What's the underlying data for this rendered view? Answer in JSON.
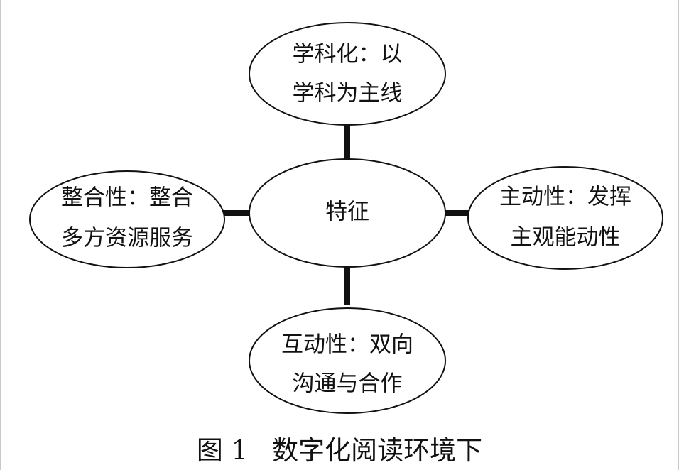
{
  "diagram": {
    "center": {
      "label": "特征"
    },
    "nodes": {
      "top": {
        "line1": "学科化：以",
        "line2": "学科为主线"
      },
      "left": {
        "line1": "整合性：整合",
        "line2": "多方资源服务"
      },
      "right": {
        "line1": "主动性：发挥",
        "line2": "主观能动性"
      },
      "bottom": {
        "line1": "互动性：双向",
        "line2": "沟通与合作"
      }
    },
    "caption": {
      "number": "图 1",
      "title": "数字化阅读环境下"
    }
  }
}
